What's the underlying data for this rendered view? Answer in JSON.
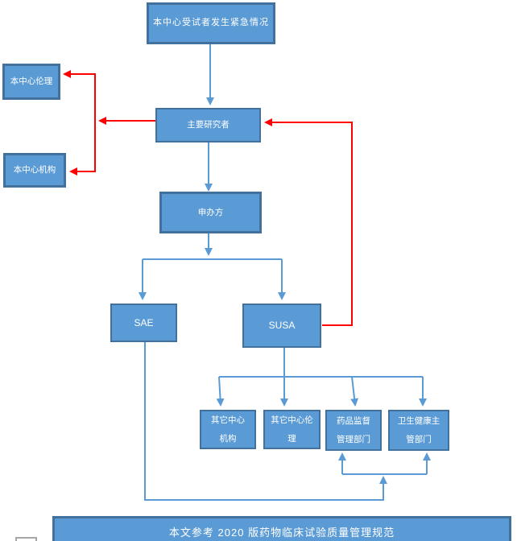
{
  "nodes": {
    "emergency": "本中心受试者发生紧急情况",
    "center_ethics": "本中心伦理",
    "center_institution": "本中心机构",
    "principal_investigator": "主要研究者",
    "sponsor": "申办方",
    "sae": "SAE",
    "susa": "SUSA",
    "other_center_institution": "其它中心\n机构",
    "other_center_ethics": "其它中心伦\n理",
    "drug_admin": "药品监督\n管理部门",
    "health_dept": "卫生健康主\n管部门"
  },
  "footer": "本文参考 2020 版药物临床试验质量管理规范",
  "colors": {
    "node_fill": "#5b9bd5",
    "node_border": "#41719c",
    "node_text": "#ffffff",
    "line_blue": "#5b9bd5",
    "line_red": "#ff0000"
  }
}
